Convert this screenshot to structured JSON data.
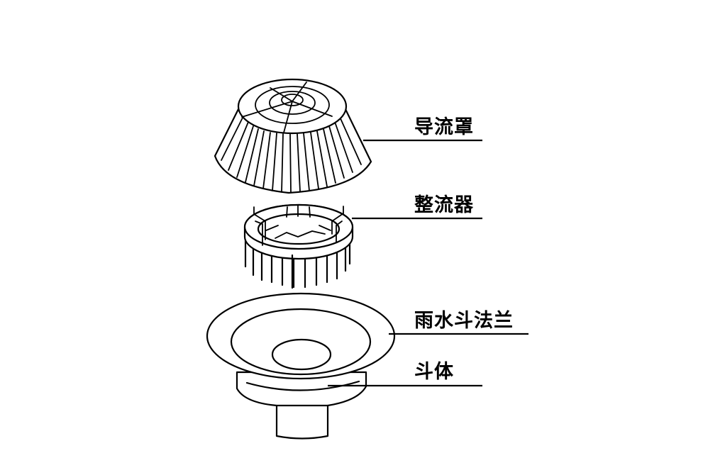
{
  "labels": {
    "guide_cover": "导流罩",
    "rectifier": "整流器",
    "flange": "雨水斗法兰",
    "body": "斗体"
  },
  "colors": {
    "line": "#000000",
    "background": "#ffffff"
  }
}
